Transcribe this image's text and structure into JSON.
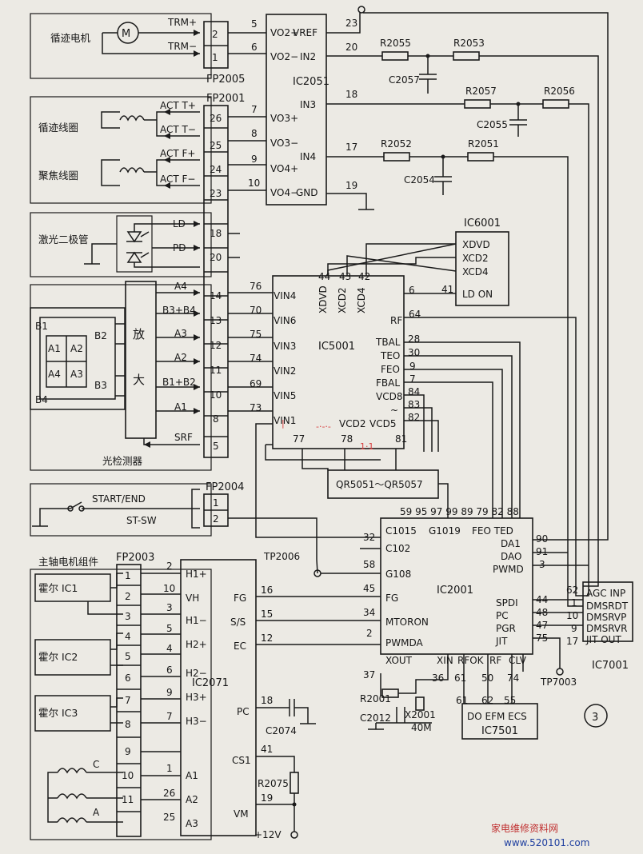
{
  "ic": {
    "ic2051": "IC2051",
    "ic5001": "IC5001",
    "ic6001": "IC6001",
    "ic2001": "IC2001",
    "ic2071": "IC2071",
    "ic7001": "IC7001",
    "ic7501": "IC7501",
    "qr": "QR5051～QR5057"
  },
  "connectors": {
    "fp2005": "FP2005",
    "fp2001": "FP2001",
    "fp2004": "FP2004",
    "fp2003": "FP2003"
  },
  "labels": {
    "tracking_motor": "循迹电机",
    "tracking_coil": "循迹线圈",
    "focus_coil": "聚焦线圈",
    "laser_diode": "激光二极管",
    "photo_detector": "光检测器",
    "spindle_motor_assembly": "主轴电机组件",
    "hall_ic1": "霍尔 IC1",
    "hall_ic2": "霍尔 IC2",
    "hall_ic3": "霍尔 IC3",
    "amp_1": "放",
    "amp_2": "大",
    "circle_num": "3",
    "start_end": "START/END",
    "st_sw": "ST-SW",
    "plus12v": "+12V",
    "tp2006": "TP2006",
    "tp7003": "TP7003",
    "x2001": "X2001",
    "x2001_freq": "40M"
  },
  "components": {
    "r2055": "R2055",
    "r2053": "R2053",
    "c2057": "C2057",
    "r2057": "R2057",
    "r2056": "R2056",
    "c2055": "C2055",
    "r2052": "R2052",
    "r2051": "R2051",
    "c2054": "C2054",
    "r2001": "R2001",
    "c2012": "C2012",
    "c2074": "C2074",
    "r2075": "R2075"
  },
  "signals": {
    "trm_p": "TRM+",
    "trm_m": "TRM−",
    "act_tp": "ACT T+",
    "act_tm": "ACT T−",
    "act_fp": "ACT F+",
    "act_fm": "ACT F−",
    "ld": "LD",
    "pd": "PD",
    "a4": "A4",
    "b3b4": "B3+B4",
    "a3": "A3",
    "a2": "A2",
    "b1b2": "B1+B2",
    "a1": "A1",
    "srf": "SRF"
  },
  "photodiode_cells": {
    "b1": "B1",
    "b2": "B2",
    "b3": "B3",
    "b4": "B4",
    "a1": "A1",
    "a2": "A2",
    "a3": "A3",
    "a4": "A4"
  },
  "ic2051_pins": {
    "vo2p": "VO2+",
    "vo2m": "VO2−",
    "vo3p": "VO3+",
    "vo3m": "VO3−",
    "vo4p": "VO4+",
    "vo4m": "VO4−",
    "vref": "VREF",
    "in2": "IN2",
    "in3": "IN3",
    "in4": "IN4",
    "gnd": "GND"
  },
  "ic6001_pins": {
    "xdvd": "XDVD",
    "xcd2": "XCD2",
    "xcd4": "XCD4",
    "ld_on": "LD ON"
  },
  "ic5001_pins": {
    "vin4": "VIN4",
    "vin6": "VIN6",
    "vin3": "VIN3",
    "vin2": "VIN2",
    "vin5": "VIN5",
    "vin1": "VIN1",
    "xdvd": "XDVD",
    "xcd2": "XCD2",
    "xcd4": "XCD4",
    "rf": "RF",
    "tbal": "TBAL",
    "teo": "TEO",
    "feo": "FEO",
    "fbal": "FBAL",
    "vcd8": "VCD8",
    "tilde": "~",
    "vcd2": "VCD2",
    "vcd5": "VCD5"
  },
  "ic2001_pins": {
    "c1015": "C1015",
    "g1019": "G1019",
    "feo_ted": "FEO TED",
    "c102": "C102",
    "g108": "G108",
    "da1": "DA1",
    "dao": "DAO",
    "pwmd": "PWMD",
    "fg": "FG",
    "mtoron": "MTORON",
    "pwmda": "PWMDA",
    "xout": "XOUT",
    "spdi": "SPDI",
    "pc": "PC",
    "pgr": "PGR",
    "jit": "JIT",
    "xin": "XIN",
    "rfok": "RFOK",
    "rf": "RF",
    "clv": "CLV"
  },
  "ic7001_pins": {
    "agc_inp": "AGC INP",
    "dmsrdt": "DMSRDT",
    "dmsrvp": "DMSRVP",
    "dmsrvr": "DMSRVR",
    "jit_out": "JIT OUT"
  },
  "ic7501_pins": {
    "text": "DO  EFM  ECS"
  },
  "ic2071_pins": {
    "h1p": "H1+",
    "vh": "VH",
    "h1m": "H1−",
    "h2p": "H2+",
    "h2m": "H2−",
    "h3p": "H3+",
    "h3m": "H3−",
    "a1": "A1",
    "a2": "A2",
    "a3": "A3",
    "fg": "FG",
    "ss": "S/S",
    "ec": "EC",
    "pc": "PC",
    "cs1": "CS1",
    "vm": "VM"
  },
  "pins": {
    "p23": "23",
    "p20": "20",
    "p18": "18",
    "p17": "17",
    "p19": "19",
    "p5": "5",
    "p6": "6",
    "p7": "7",
    "p8": "8",
    "p9": "9",
    "p10": "10",
    "c2": "2",
    "c1": "1",
    "c26": "26",
    "c25": "25",
    "c24": "24",
    "c23": "23",
    "c18": "18",
    "c20": "20",
    "c14": "14",
    "c13": "13",
    "c12": "12",
    "c11": "11",
    "c10": "10",
    "c8": "8",
    "c5": "5",
    "v76": "76",
    "v70": "70",
    "v75": "75",
    "v74": "74",
    "v69": "69",
    "v73": "73",
    "x44": "44",
    "x43": "43",
    "x42": "42",
    "x6": "6",
    "x41": "41",
    "x64": "64",
    "t28": "28",
    "t30": "30",
    "t9": "9",
    "t7": "7",
    "t84": "84",
    "t83": "83",
    "t82": "82",
    "b77": "77",
    "b78": "78",
    "b81": "81",
    "fp4_1": "1",
    "fp4_2": "2",
    "q_row": "59 95 97 99   89 79 82 88",
    "g32": "32",
    "g58": "58",
    "g45": "45",
    "g34": "34",
    "g2": "2",
    "g37": "37",
    "g90": "90",
    "g91": "91",
    "g3": "3",
    "s44": "44",
    "s48": "48",
    "s47": "47",
    "s75": "75",
    "j62": "62",
    "j1": "1",
    "j10": "10",
    "j9": "9",
    "j17": "17",
    "b36": "36",
    "b61": "61",
    "b50": "50",
    "b74": "74",
    "b61b": "61",
    "b62": "62",
    "b55": "55",
    "f1": "1",
    "f2": "2",
    "f3": "3",
    "f4": "4",
    "f5": "5",
    "f6": "6",
    "f7": "7",
    "f8": "8",
    "f9": "9",
    "f10": "10",
    "f11": "11",
    "h2": "2",
    "h10": "10",
    "h3": "3",
    "h5": "5",
    "h4": "4",
    "h6": "6",
    "h9": "9",
    "h7": "7",
    "h1": "1",
    "h26": "26",
    "h25": "25",
    "m16": "16",
    "m15": "15",
    "m12": "12",
    "m18": "18",
    "m41": "41",
    "m19": "19"
  },
  "watermark": {
    "left": "家电维修资料网",
    "right": "www.520101.com"
  }
}
